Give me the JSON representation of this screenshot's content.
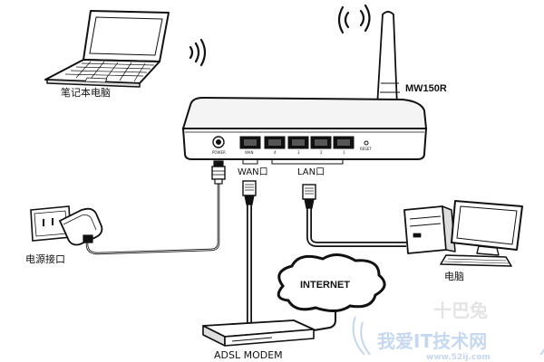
{
  "labels": {
    "laptop": "笔记本电脑",
    "router_model": "MW150R",
    "wan_port": "WAN口",
    "lan_port": "LAN口",
    "power_socket": "电源接口",
    "desktop": "电脑",
    "internet": "INTERNET",
    "modem": "ADSL MODEM"
  },
  "router_panel": {
    "power": "POWER",
    "wan": "WAN",
    "reset": "RESET",
    "lan_ports": [
      "4",
      "3",
      "2",
      "1"
    ]
  },
  "watermark": {
    "title": "我爱IT技术网",
    "url": "www.52ij.com",
    "corner": "十巴兔"
  },
  "colors": {
    "line": "#111111",
    "watermark": "#c5d8ef"
  }
}
